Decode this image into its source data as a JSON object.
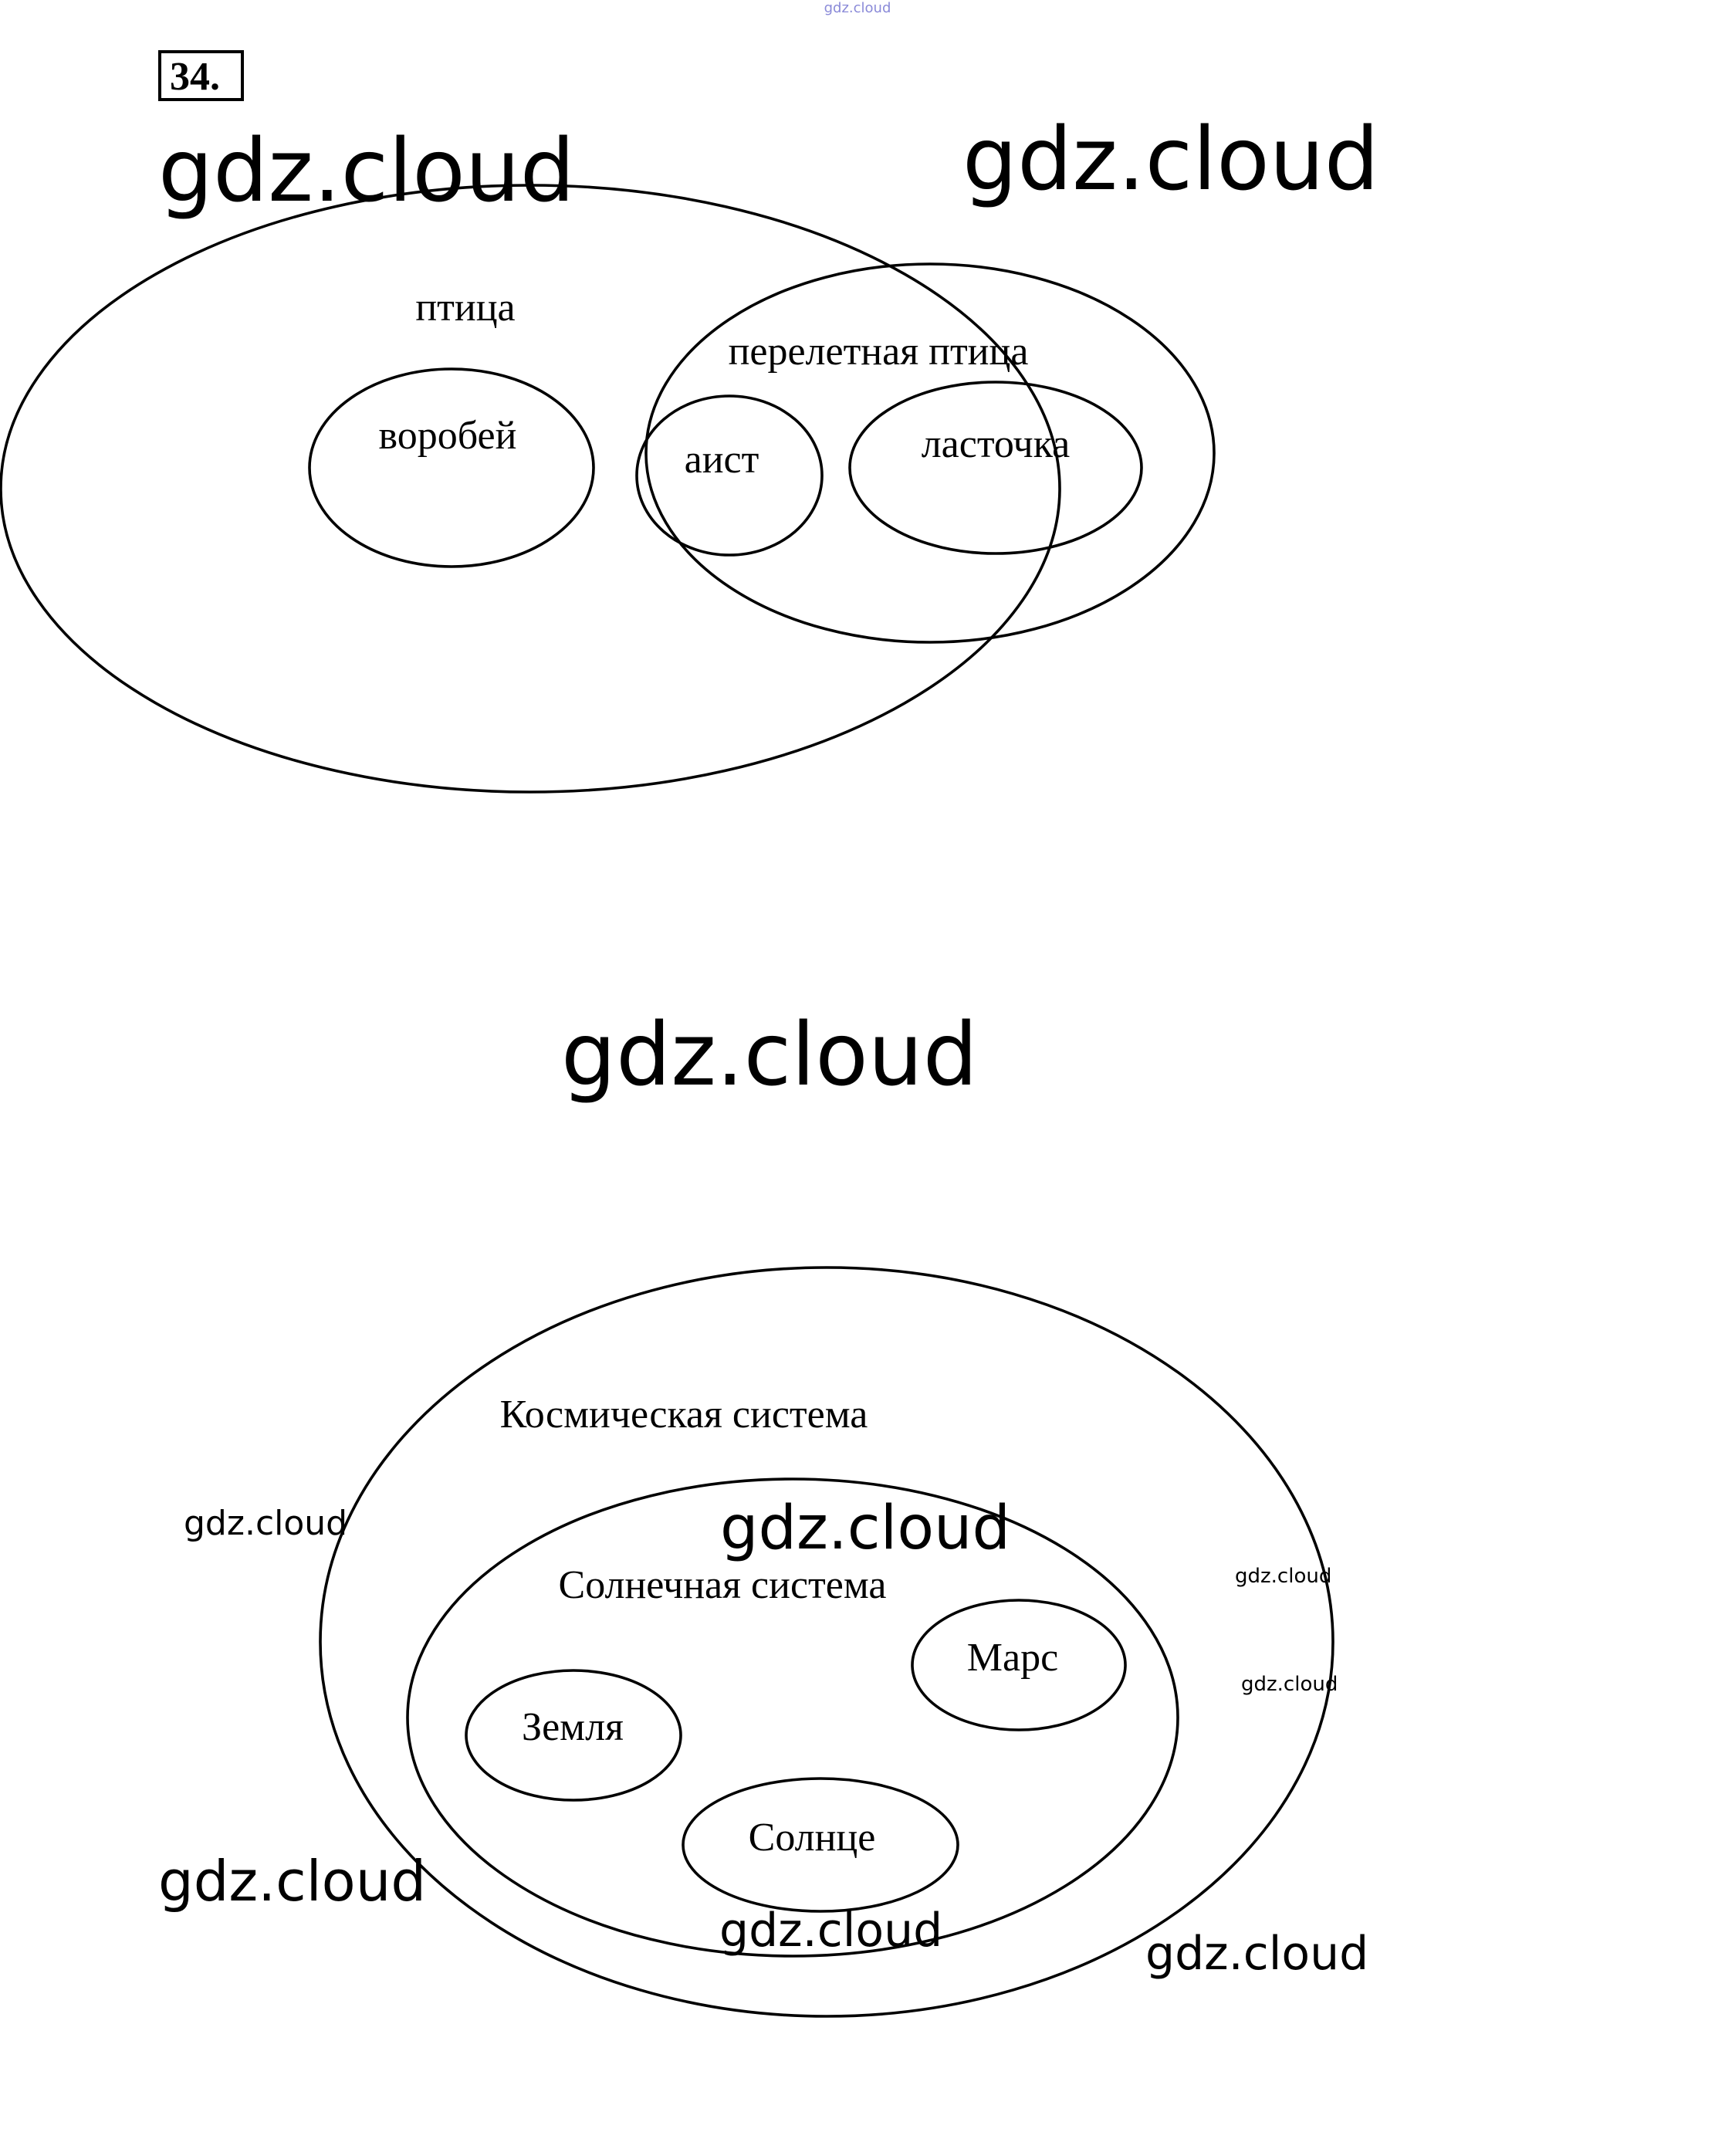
{
  "task": {
    "number": "34."
  },
  "diagram1": {
    "outer_label": "птица",
    "sparrow_label": "воробей",
    "migratory_label": "перелетная птица",
    "stork_label": "аист",
    "swallow_label": "ласточка"
  },
  "diagram2": {
    "outer_label": "Космическая система",
    "solar_label": "Солнечная система",
    "mars_label": "Марс",
    "earth_label": "Земля",
    "sun_label": "Солнце"
  },
  "watermarks": {
    "top": "gdz.cloud",
    "w1": "gdz.cloud",
    "w2": "gdz.cloud",
    "w3": "gdz.cloud",
    "w4": "gdz.cloud",
    "w5": "gdz.cloud",
    "w6": "gdz.cloud",
    "w7": "gdz.cloud",
    "w8": "gdz.cloud",
    "w9": "gdz.cloud",
    "w10": "gdz.cloud"
  },
  "colors": {
    "stroke": "#000000",
    "top_watermark": "#8a8ad8"
  }
}
